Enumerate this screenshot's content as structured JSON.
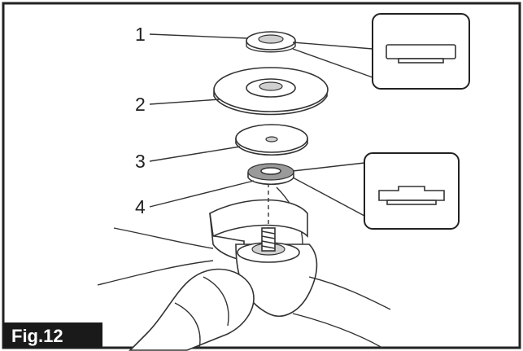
{
  "figure": {
    "label": "Fig.12",
    "callouts": [
      {
        "number": "1",
        "part": "lock-nut"
      },
      {
        "number": "2",
        "part": "grinding-wheel"
      },
      {
        "number": "3",
        "part": "flexible-pad"
      },
      {
        "number": "4",
        "part": "inner-flange"
      }
    ]
  }
}
